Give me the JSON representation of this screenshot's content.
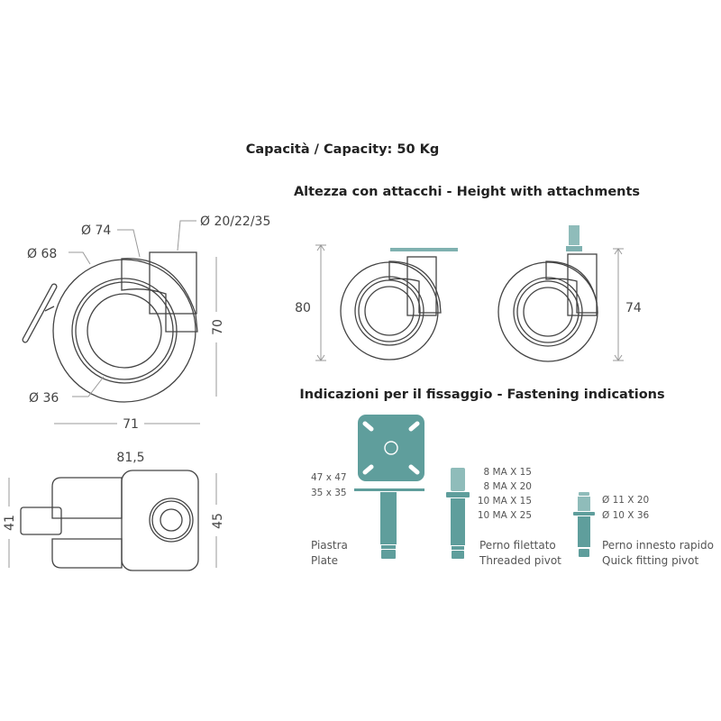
{
  "capacity": "Capacità / Capacity: 50 Kg",
  "height_heading": "Altezza con attacchi - Height with attachments",
  "fastening_heading": "Indicazioni per il fissaggio - Fastening indications",
  "side_view": {
    "d74": "Ø 74",
    "d_pivot": "Ø 20/22/35",
    "d68": "Ø 68",
    "d36": "Ø 36",
    "height": "70",
    "width": "71"
  },
  "bottom_view": {
    "length": "81,5",
    "wheel_width": "41",
    "body_width": "45"
  },
  "heights": {
    "plate": "80",
    "pivot": "74"
  },
  "plate": {
    "sizes": [
      "47 x 47",
      "35 x 35"
    ],
    "name_it": "Piastra",
    "name_en": "Plate"
  },
  "threaded": {
    "sizes": [
      "8 MA X 15",
      "8 MA X 20",
      "10 MA X 15",
      "10 MA X 25"
    ],
    "name_it": "Perno filettato",
    "name_en": "Threaded pivot"
  },
  "quick": {
    "sizes": [
      "Ø 11 X 20",
      "Ø 10 X 36"
    ],
    "name_it": "Perno innesto rapido",
    "name_en": "Quick fitting pivot"
  },
  "colors": {
    "teal": "#5f9e9c"
  }
}
